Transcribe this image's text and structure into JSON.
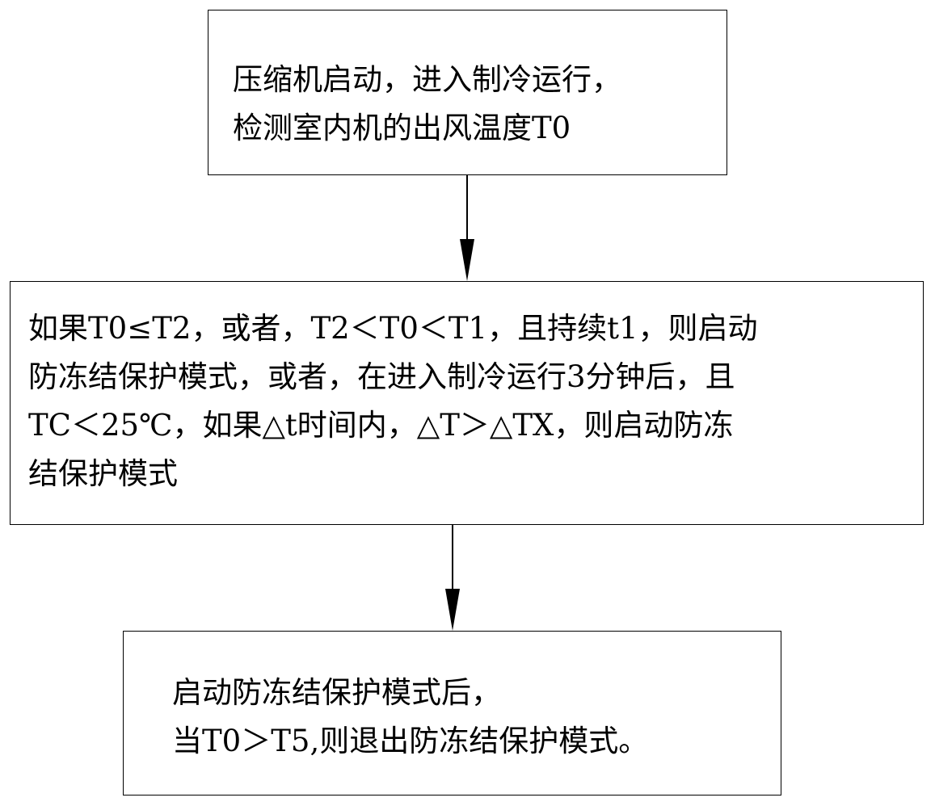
{
  "nodes": [
    {
      "id": "step-1",
      "lines": [
        "压缩机启动，进入制冷运行，",
        "检测室内机的出风温度T0"
      ]
    },
    {
      "id": "step-2",
      "lines": [
        "如果T0≤T2，或者，T2＜T0＜T1，且持续t1，则启动",
        "防冻结保护模式，或者，在进入制冷运行3分钟后，且",
        "TC＜25℃，如果△t时间内，△T＞△TX，则启动防冻",
        "结保护模式"
      ]
    },
    {
      "id": "step-3",
      "lines": [
        "启动防冻结保护模式后，",
        "当T0＞T5,则退出防冻结保护模式。"
      ]
    }
  ],
  "edges": [
    {
      "from": "step-1",
      "to": "step-2"
    },
    {
      "from": "step-2",
      "to": "step-3"
    }
  ],
  "colors": {
    "stroke": "#000000",
    "background": "#ffffff",
    "text": "#000000"
  }
}
